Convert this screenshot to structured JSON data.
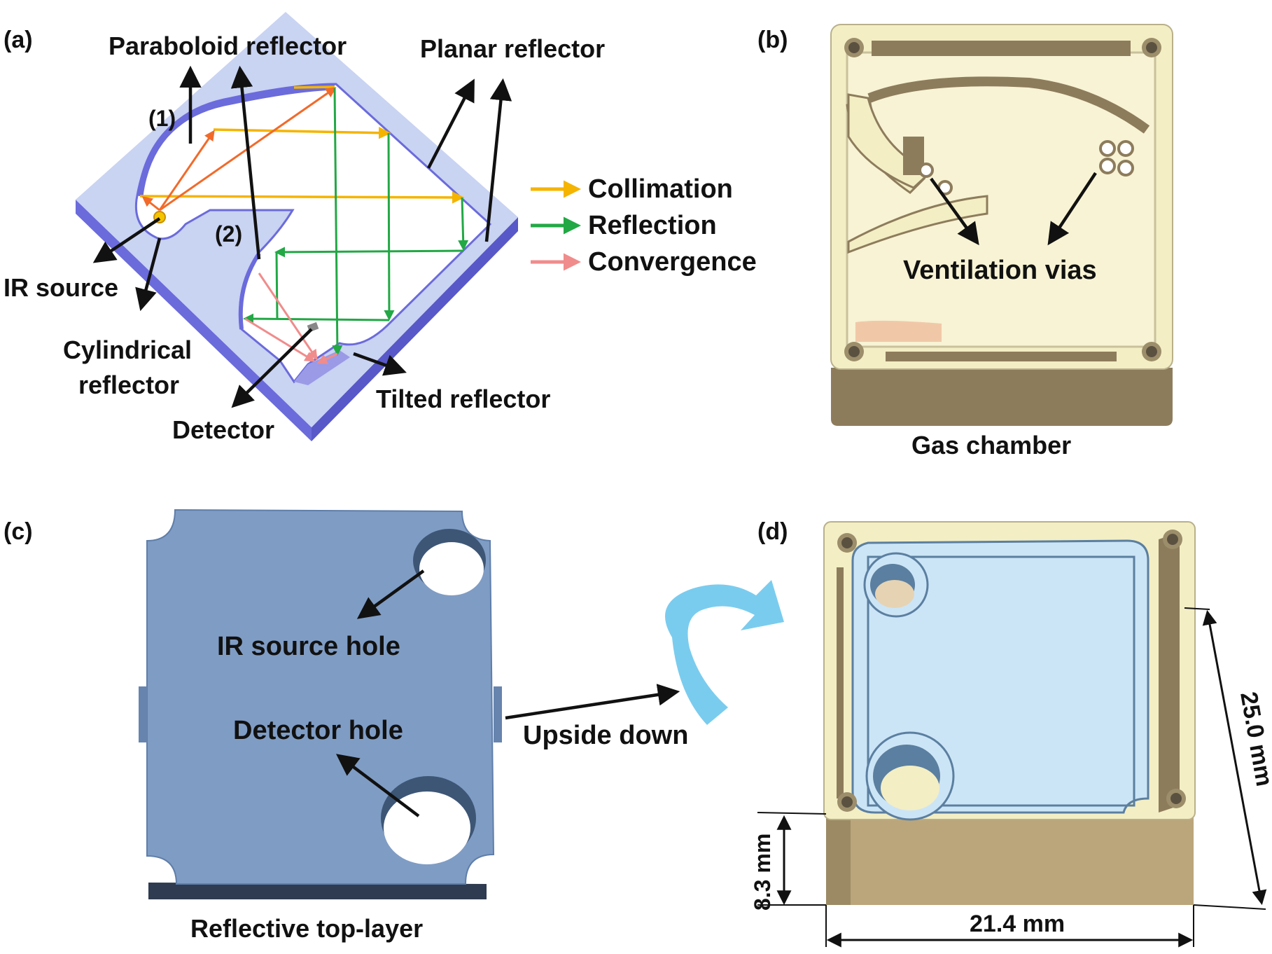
{
  "panels": {
    "a": {
      "tag": "(a)",
      "labels": {
        "paraboloid": "Paraboloid reflector",
        "planar": "Planar  reflector",
        "mark1": "(1)",
        "mark2": "(2)",
        "ir_source": "IR source",
        "cylindrical_1": "Cylindrical",
        "cylindrical_2": "reflector",
        "detector": "Detector",
        "tilted": "Tilted reflector"
      },
      "legend": [
        {
          "label": "Collimation",
          "color": "#f5b400"
        },
        {
          "label": "Reflection",
          "color": "#22a845"
        },
        {
          "label": "Convergence",
          "color": "#f08c8c"
        }
      ]
    },
    "b": {
      "tag": "(b)",
      "labels": {
        "vias": "Ventilation vias",
        "caption": "Gas chamber"
      }
    },
    "c": {
      "tag": "(c)",
      "labels": {
        "ir_hole": "IR source hole",
        "det_hole": "Detector hole",
        "upside": "Upside down",
        "caption": "Reflective top-layer"
      }
    },
    "d": {
      "tag": "(d)",
      "labels": {
        "depth": "25.0 mm",
        "height": "8.3 mm",
        "width": "21.4 mm"
      }
    }
  },
  "colors": {
    "plate": "#c9d3f2",
    "plate_edge": "#6b6bdc",
    "chamber": "#f3eec4",
    "chamber_side": "#8d7c5c",
    "toplayer": "#7f9cc4",
    "blue_fill": "#cce5f6",
    "arrow_flip": "#6cc6ec"
  }
}
